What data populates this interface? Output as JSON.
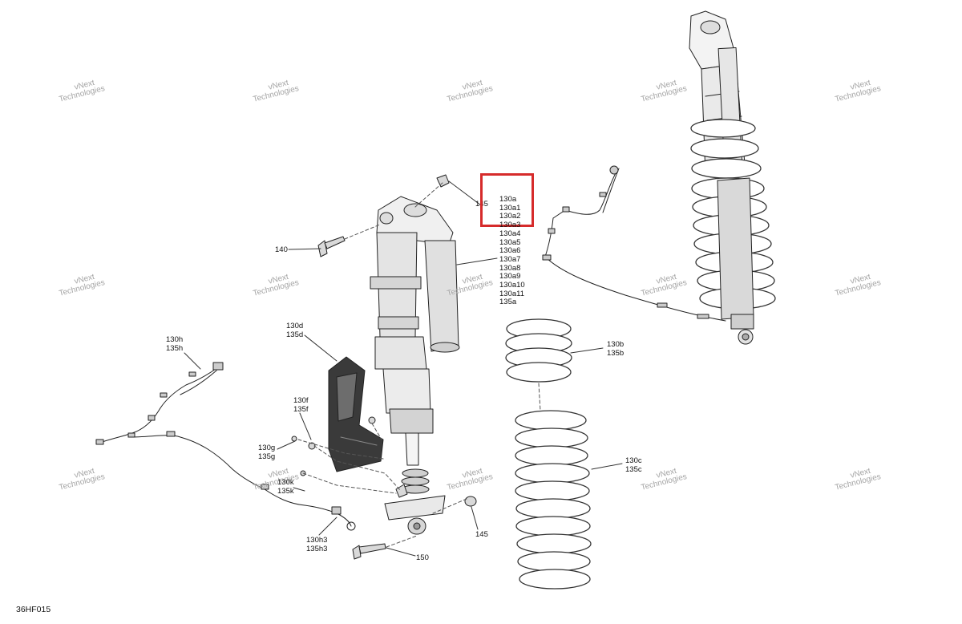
{
  "diagram": {
    "figure_code": "36HF015",
    "watermark": {
      "line1": "vNext",
      "line2": "Technologies"
    },
    "highlight_color": "#d62b2b",
    "callout_stack": [
      "130a",
      "130a1",
      "130a2",
      "130a3",
      "130a4",
      "130a5",
      "130a6",
      "130a7",
      "130a8",
      "130a9",
      "130a10",
      "130a11",
      "135a"
    ],
    "labels": {
      "p140": "140",
      "p145_top": "145",
      "p130d": "130d",
      "p135d": "135d",
      "p130h": "130h",
      "p135h": "135h",
      "p130f": "130f",
      "p135f": "135f",
      "p130g": "130g",
      "p135g": "135g",
      "p130k": "130k",
      "p135k": "135k",
      "p130h3": "130h3",
      "p135h3": "135h3",
      "p150": "150",
      "p145_bottom": "145",
      "p130b": "130b",
      "p135b": "135b",
      "p130c": "130c",
      "p135c": "135c"
    }
  }
}
